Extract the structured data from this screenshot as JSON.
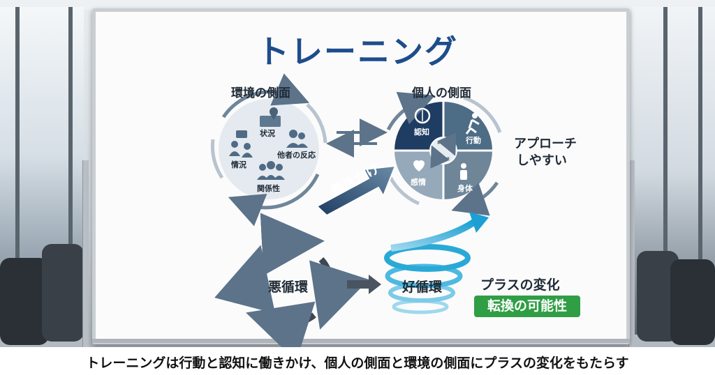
{
  "title": "トレーニング",
  "environment": {
    "heading": "環境の側面",
    "items": {
      "status": "状況",
      "others_reaction": "他者の反応",
      "situation": "情況",
      "relationship": "関係性"
    }
  },
  "individual": {
    "heading": "個人の側面",
    "quadrants": {
      "cognition": "認知",
      "behavior": "行動",
      "emotion": "感情",
      "body": "身体"
    }
  },
  "approach_text_line1": "アプローチ",
  "approach_text_line2": "しやすい",
  "action_arrow_label": "働きかけ",
  "vicious_cycle": "悪循環",
  "virtuous_cycle": "好循環",
  "plus_change": "プラスの変化",
  "transformation_badge": "転換の可能性",
  "caption": "トレーニングは行動と認知に働きかけ、個人の側面と環境の側面にプラスの変化をもたらす",
  "colors": {
    "title_blue": "#1e4d8c",
    "dark_navy": "#1f3c63",
    "steel": "#4d6c86",
    "slate": "#6f8699",
    "teal": "#2aa9d6",
    "green": "#2f9e44"
  }
}
